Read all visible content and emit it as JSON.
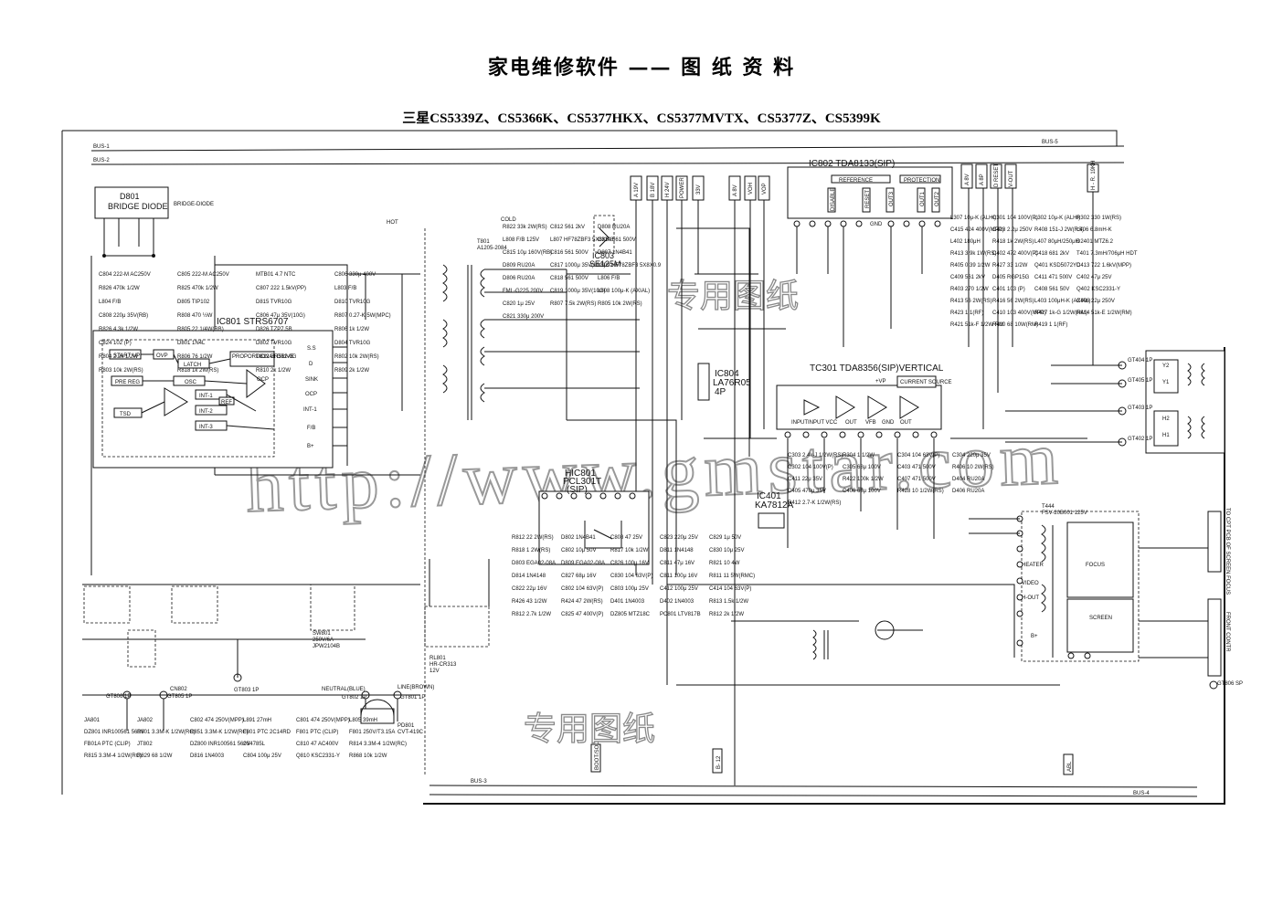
{
  "header": {
    "title": "家电维修软件 —— 图 纸 资 料",
    "subtitle": "三星CS5339Z、CS5366K、CS5377HKX、CS5377MVTX、CS5377Z、CS5399K"
  },
  "watermarks": {
    "url": "http://www.gmstar.com",
    "stamp_top": "专用图纸",
    "stamp_bottom": "专用图纸"
  },
  "buses": [
    "BUS-1",
    "BUS-2",
    "BUS-3",
    "BUS-4",
    "BUS-5"
  ],
  "zones": {
    "hot": "HOT",
    "cold": "COLD"
  },
  "blocks": {
    "d801": {
      "name": "D801",
      "desc": "BRIDGE DIODE",
      "side": "BRIDGE-DIODE"
    },
    "ic801": {
      "name": "IC801  STRS6707",
      "blocks": [
        "START UP",
        "OVP",
        "PRE REG",
        "LATCH",
        "PROPORTIONAL DRIVE",
        "OSC",
        "TSD",
        "INT-1",
        "INT-2",
        "INT-3",
        "REF",
        "OCP"
      ],
      "pins": [
        "S.S",
        "D",
        "SINK",
        "OCP",
        "INT-1",
        "F/B",
        "B+"
      ]
    },
    "t801": {
      "name": "T801",
      "part": "A1205-2084"
    },
    "ic803": {
      "name": "IC803",
      "part": "SE125M"
    },
    "ic802": {
      "name": "IC802  TDA8133(SIP)",
      "labels": [
        "REFERENCE",
        "PROTECTION",
        "DISABLE",
        "RESET",
        "GND",
        "OUT3",
        "OUT1",
        "OUT2"
      ]
    },
    "ic804": {
      "name": "IC804",
      "part": "LA76R05",
      "sub": "4P"
    },
    "tc301": {
      "name": "TC301   TDA8356(SIP)VERTICAL",
      "labels": [
        "+VP",
        "CURRENT SOURCE",
        "INPUT",
        "INPUT VCC",
        "OUT",
        "VFB",
        "GND",
        "OUT"
      ]
    },
    "hic801": {
      "name": "HIC801",
      "part": "PCL301T",
      "sub": "(SIP)"
    },
    "ic401": {
      "name": "IC401",
      "part": "KA7812A"
    },
    "t444": {
      "name": "T444",
      "part": "FSV-20B001 125V",
      "labels": [
        "FOCUS",
        "SCREEN",
        "HEATER",
        "VIDEO",
        "H-OUT",
        "B+"
      ]
    },
    "rl801": {
      "name": "RL801",
      "part": "HR-CR313",
      "volt": "12V"
    },
    "pd801": {
      "name": "PD801",
      "part": "CVT-419C"
    },
    "sw801": {
      "name": "SW801",
      "part": "250V/6A",
      "sub": "JPW2104B"
    }
  },
  "connectors": {
    "top_tags": [
      "A 19V",
      "B 18V",
      "H 24V",
      "POWER",
      "33V",
      "A 8V",
      "VOH",
      "VOP",
      "A 8V",
      "A 8P",
      "D RESET",
      "V-OUT",
      "H - R. 19KH"
    ],
    "right_tags": [
      "GT404 1P",
      "GT405 1P",
      "GT402 1P",
      "GT403 1P"
    ],
    "right_coils": [
      "Y2",
      "Y1",
      "H2",
      "H1"
    ],
    "cpt_to": "TO CPT PCB OF SCREEN FOCUS",
    "front": "FRONT CONTR",
    "bottom_tags": [
      "GT806 1P",
      "GT805 1P",
      "GT802 1P",
      "GT801 1P",
      "GT803 1P",
      "CN802",
      "NEUTRAL(BLUE)",
      "LINE(BROWN)",
      "GT806 SP"
    ],
    "bottom_text": [
      "B- 12",
      "ABL",
      "BOOT/SOL"
    ]
  },
  "components": {
    "hot_side": [
      "C804 222-M AC250V",
      "C805 222-M AC250V",
      "MTB01 4.7 NTC",
      "C806 330μ 400V",
      "R826 470k 1/2W",
      "R825 470k 1/2W",
      "C807 222 1.5kV(PP)",
      "L803 F/B",
      "L804 F/B",
      "D805 TIP102",
      "D815 TVR10G",
      "D810 TVR10G",
      "C808 220μ 35V(RB)",
      "R808 470 ½W",
      "C806 47μ 35V(10G)",
      "R807 0.27-K 5W(MPC)",
      "R826 4.3k 1/2W",
      "R805 22 1/4W(RB)",
      "D826 TZP7.5B",
      "R806 1k 1/2W",
      "C824 102 (P)",
      "D801 1N4L",
      "D802 TVR10G",
      "D804 TVR10G",
      "R804 2.2k 1/2W",
      "R806 76 1/2W",
      "D812 ER512-0G",
      "R802 10k 2W(RS)",
      "R803 10k 2W(RS)",
      "R818 1k 2W(RS)",
      "R810 2k 1/2W",
      "R809 2k 1/2W"
    ],
    "cold_side": [
      "R822 33k 2W(RS)",
      "C812 561 2kV",
      "D808 RU20A",
      "L808 F/B 125V",
      "L807 HF78ZBF3 5X8X6.8",
      "C814 561 500V",
      "C815 10μ 160V(RB)",
      "C816 561 500V",
      "D807 1N4B41",
      "D809 RU20A",
      "C817 1000μ 35V(10G)",
      "L809 HF78ZBF3 5X8X0.9",
      "D806 RU20A",
      "C818 561 500V",
      "L806 F/B",
      "FML-G225 200V",
      "C819 1000μ 35V(10G)",
      "L808 100μ-K (AXIAL)",
      "C820 1μ 25V",
      "R807 7.5k 2W(RS)",
      "R805 10k 2W(RS)",
      "C821 330μ 200V"
    ],
    "mid": [
      "R812 22 2W(RS)",
      "D802 1N4B41",
      "C808 47 25V",
      "C823 220μ 25V",
      "C829 1μ 50V",
      "R818 1 2W(RS)",
      "C802 10μ 50V",
      "R817 10k 1/2W",
      "D811 1N4148",
      "C830 10μ 25V",
      "D803 EGA02-08A",
      "D809 EGA02-08A",
      "C826 100μ 16V",
      "C811 47μ 16V",
      "R821 10 4W",
      "D814 1N4148",
      "C827 68μ 16V",
      "C830 104 63V(P)",
      "C811 100μ 16V",
      "R811 11 5W(RMC)",
      "C822 22μ 16V",
      "C802 104 63V(P)",
      "C803 100μ 25V",
      "C412 100μ 25V",
      "C414 104 63V(P)",
      "R426 43 1/2W",
      "R424 47 2W(RS)",
      "D401 1N4003",
      "D402 1N4003",
      "R813 1.5k 1/2W",
      "R812 2.7k 1/2W",
      "C825 47 400V(P)",
      "DZ805 MTZ18C",
      "PC801 LTV817B",
      "R812 2k 1/2W"
    ],
    "vertical": [
      "C303 2.4k-J 1/2W(RS)",
      "R304 1 1/2W",
      "C304 104 63V(P)",
      "C304 220μ 35V",
      "C302 104 100V(P)",
      "C305 68μ 100V",
      "C403 471 500V",
      "R406 10 2W(RS)",
      "C411 22μ 35V",
      "R422 100k 1/2W",
      "C407 471 500V",
      "D404 RU20A",
      "C405 470μ 35V",
      "C406 68μ 100V",
      "R428 10 1/2W(RS)",
      "D406 RU20A",
      "R412 2.7-K 1/2W(RS)"
    ],
    "horizontal": [
      "L307 10μ-K (ALHI)",
      "C301 104 100V(P)",
      "L302 10μ-K (ALHI)",
      "R302 330 1W(RS)",
      "C415 424 400V(MPP)",
      "C418 2.2μ 250V",
      "R408 151-J 2W(RS)",
      "L406 6.8mH-K",
      "L402 180μH",
      "R418 1k 2W(RS)",
      "L407 80μH/250μH",
      "D2401 MTZ6.2",
      "R413 3.9k 1W(RS)",
      "C402 472 400V(P)",
      "C418 681 2kV",
      "T401 7.3mH/706μH HDT",
      "R405 0.39 1/2W",
      "R427 33 1/2W",
      "Q401 KSD5072YD",
      "C413 722 1.6kV(MPP)",
      "C409 561 2kV",
      "D405 RGP15G",
      "C411 471 500V",
      "C402 47μ 25V",
      "R403 270 1/2W",
      "C401 103 (P)",
      "C408 561 50V",
      "Q402 KSC2331-Y",
      "R413 56 2W(RS)",
      "R416 56 2W(RS)",
      "L403 100μH-K (AXIAL)",
      "C406 22μ 250V",
      "R423 1 1(RF)",
      "C410 103 400V(MPP)",
      "R417 1k-G 1/2W(RM)",
      "R414 51k-E 1/2W(RM)",
      "R421 51k-F 1/2W RM",
      "R410 68 10W(RM)",
      "R419 1 1(RF)"
    ],
    "ac_input": [
      "JA801",
      "JA802",
      "C802 474 250V(MPP)",
      "L891 27mH",
      "C801 474 250V(MPP)",
      "L805 39mH",
      "DZ801 INR100561 560V",
      "R801 3.3M-K 1/2W(RC)",
      "R851 3.3M-K 1/2W(RC)",
      "F801 PTC 2C14RD",
      "F801 PTC (CLIP)",
      "F801 250V/T3.15A",
      "FB01A PTC (CLIP)",
      "JT802",
      "DZ800 INR100561 560V",
      "2S4785L",
      "C810 47 AC400V",
      "R814 3.3M-4 1/2W(RC)",
      "R815 3.3M-4 1/2W(RC)",
      "R829 68 1/2W",
      "D816 1N4003",
      "C804 100μ 25V",
      "Q810 KSC2331-Y",
      "R868 10k 1/2W"
    ]
  }
}
